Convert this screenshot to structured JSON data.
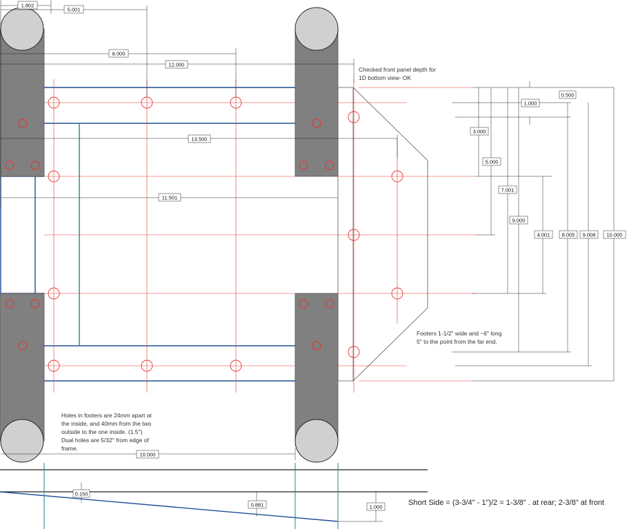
{
  "colors": {
    "frame_blue": "#1f4e96",
    "red_line": "#e8322b",
    "teal": "#1a8a8a",
    "footer_fill": "#808080",
    "wheel_fill": "#d0d0d0",
    "black": "#222222"
  },
  "dimensions": {
    "d_1802": "1.802",
    "d_5001": "5.001",
    "d_8000": "8.000",
    "d_12000": "12.000",
    "d_13500": "13.500",
    "d_11501": "11.501",
    "d_0500": "0.500",
    "d_1000_top": "1.000",
    "d_3000": "3.000",
    "d_5000": "5.000",
    "d_7001": "7.001",
    "d_9000": "9.000",
    "d_4001": "4.001",
    "d_8005": "8.005",
    "d_9008": "9.008",
    "d_10000_right": "10.000",
    "d_10000_bottom": "10.000",
    "d_0150": "0.150",
    "d_0881": "0.881",
    "d_1000_bottom": "1.000"
  },
  "notes": {
    "front_panel": "Checked front panel depth for\n1D bottom view- OK",
    "footers": "Footers 1-1/2\" wide and ~6\" long\n5\" to the point from the far end.",
    "holes": "Holes in footers are 24mm apart at\nthe inside, and 40mm from the two\noutside to the one inside. (1.5\")\nDual holes are 5/32\" from edge of\nframe.",
    "short_side": "Short Side = (3-3/4\" - 1\")/2 = 1-3/8\" . at rear; 2-3/8\" at front"
  }
}
